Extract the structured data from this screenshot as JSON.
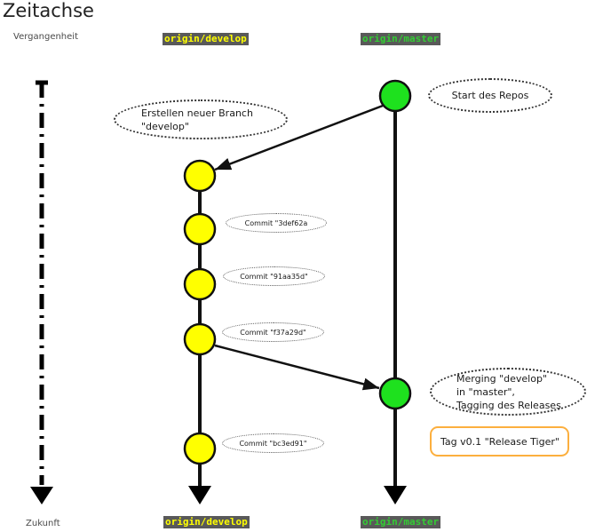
{
  "title": "Zeitachse",
  "timeline": {
    "past_label": "Vergangenheit",
    "future_label": "Zukunft"
  },
  "refs": {
    "develop_top": "origin/develop",
    "master_top": "origin/master",
    "develop_bottom": "origin/develop",
    "master_bottom": "origin/master"
  },
  "annotations": {
    "start_repo": "Start des Repos",
    "create_branch_line1": "Erstellen neuer Branch",
    "create_branch_line2": "\"develop\"",
    "merge_line1": "Merging \"develop\"",
    "merge_line2": "in \"master\",",
    "merge_line3": "Tagging des Releases"
  },
  "commits": [
    {
      "label": "Commit \"3def62a"
    },
    {
      "label": "Commit \"91aa35d\""
    },
    {
      "label": "Commit \"f37a29d\""
    },
    {
      "label": "Commit \"bc3ed91\""
    }
  ],
  "tag": {
    "label": "Tag v0.1 \"Release Tiger\""
  },
  "colors": {
    "develop_yellow": "#ffff00",
    "master_green": "#33cc33",
    "commit_green": "#1ee11e",
    "label_bg": "#595959",
    "tag_border": "#fcaf3e",
    "line": "#111111"
  }
}
